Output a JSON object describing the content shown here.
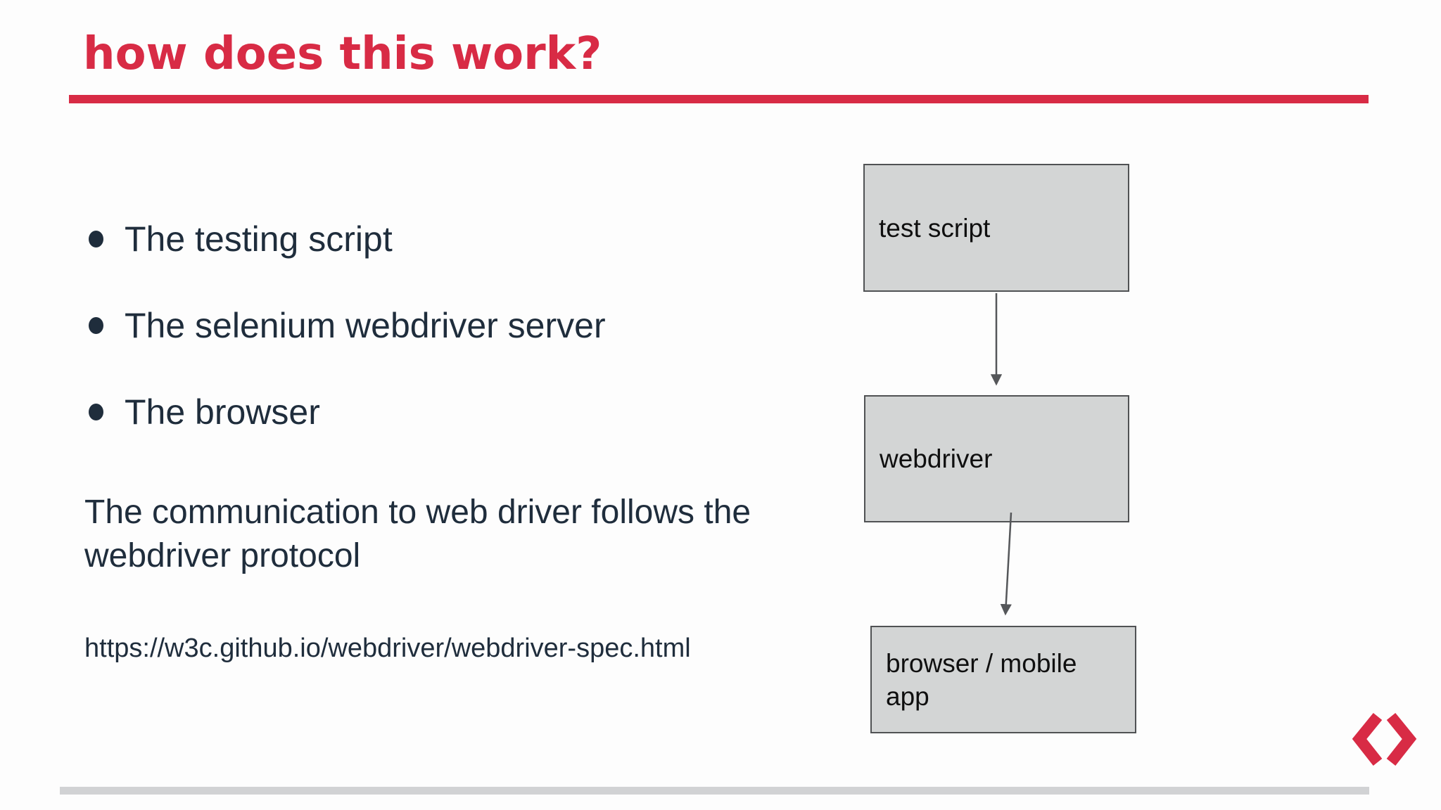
{
  "slide": {
    "title": "how does this work?",
    "accent_color": "#d82b45",
    "text_color": "#1f2d3c",
    "bullets": [
      "The testing script",
      "The selenium webdriver server",
      "The browser"
    ],
    "paragraph": "The communication to web driver follows the webdriver protocol",
    "url": "https://w3c.github.io/webdriver/webdriver-spec.html",
    "diagram": {
      "nodes": [
        {
          "id": "test-script",
          "label": "test script"
        },
        {
          "id": "webdriver",
          "label": "webdriver"
        },
        {
          "id": "browser",
          "label": "browser / mobile app"
        }
      ],
      "edges": [
        {
          "from": "test-script",
          "to": "webdriver"
        },
        {
          "from": "webdriver",
          "to": "browser"
        }
      ],
      "node_fill": "#d3d5d5",
      "node_border": "#505254",
      "arrow_color": "#55575a"
    },
    "logo": "angle-brackets"
  }
}
